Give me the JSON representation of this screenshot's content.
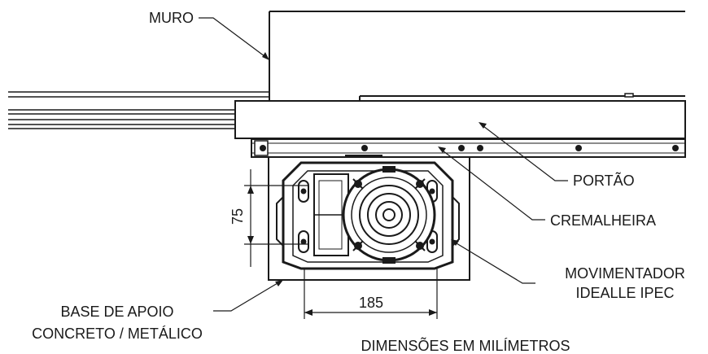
{
  "labels": {
    "muro": "MURO",
    "portao": "PORTÃO",
    "cremalheira": "CREMALHEIRA",
    "movimentador_1": "MOVIMENTADOR",
    "movimentador_2": "IDEALLE IPEC",
    "base_1": "BASE DE APOIO",
    "base_2": "CONCRETO / METÁLICO"
  },
  "dimensions": {
    "height": "75",
    "width": "185",
    "units_note": "DIMENSÕES EM MILÍMETROS"
  },
  "colors": {
    "line": "#1a1a1a",
    "fill": "#ffffff"
  }
}
